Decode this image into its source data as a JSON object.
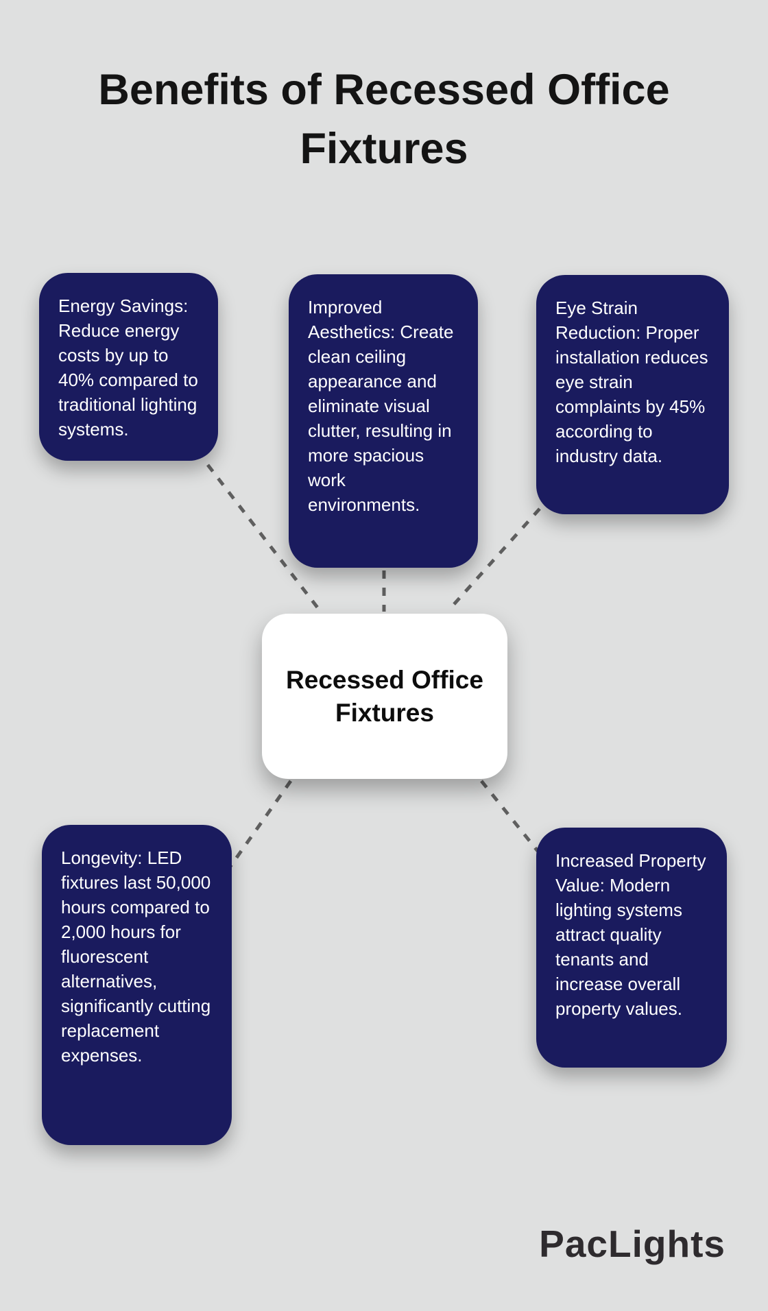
{
  "title": "Benefits of Recessed Office Fixtures",
  "center": {
    "label": "Recessed Office Fixtures"
  },
  "benefits": [
    {
      "id": "energy-savings",
      "text": "Energy Savings: Reduce energy costs by up to 40% compared to traditional lighting systems."
    },
    {
      "id": "improved-aesthetics",
      "text": "Improved Aesthetics: Create clean ceiling appearance and eliminate visual clutter, resulting in more spacious work environments."
    },
    {
      "id": "eye-strain-reduction",
      "text": "Eye Strain Reduction: Proper installation reduces eye strain complaints by 45% according to industry data."
    },
    {
      "id": "longevity",
      "text": "Longevity: LED fixtures last 50,000 hours compared to 2,000 hours for fluorescent alternatives, significantly cutting replacement expenses."
    },
    {
      "id": "increased-property-value",
      "text": "Increased Property Value: Modern lighting systems attract quality tenants and increase overall property values."
    }
  ],
  "logo": {
    "text": "PacLights"
  },
  "colors": {
    "bg": "#dfe0e0",
    "navy": "#1a1b5e",
    "box-text": "#ffffff",
    "center-bg": "#ffffff",
    "center-text": "#0d0d0d",
    "title": "#141414",
    "connector": "#5f5f5f",
    "logo": "#2e2b2e"
  }
}
